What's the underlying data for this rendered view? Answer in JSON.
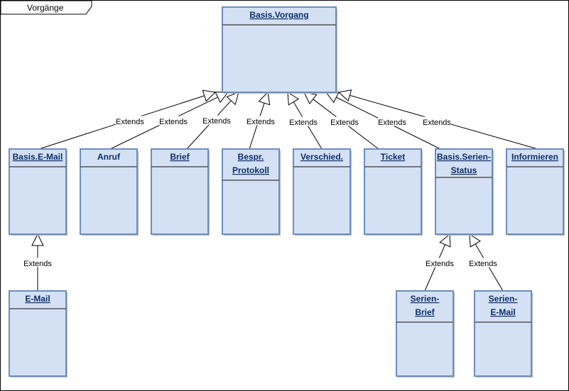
{
  "frame": {
    "title": "Vorgänge"
  },
  "classes": {
    "basis_vorgang": {
      "lines": [
        "Basis.Vorgang"
      ],
      "underline": true
    },
    "basis_email": {
      "lines": [
        "Basis.E-Mail"
      ],
      "underline": true
    },
    "anruf": {
      "lines": [
        "Anruf"
      ],
      "underline": false
    },
    "brief": {
      "lines": [
        "Brief"
      ],
      "underline": true
    },
    "bespr_protokoll": {
      "lines": [
        "Bespr.",
        "Protokoll"
      ],
      "underline": true
    },
    "verschied": {
      "lines": [
        "Verschied."
      ],
      "underline": true
    },
    "ticket": {
      "lines": [
        "Ticket"
      ],
      "underline": true
    },
    "basis_serien_status": {
      "lines": [
        "Basis.Serien-",
        "Status"
      ],
      "underline": true
    },
    "informieren": {
      "lines": [
        "Informieren"
      ],
      "underline": true
    },
    "email": {
      "lines": [
        "E-Mail"
      ],
      "underline": true
    },
    "serien_brief": {
      "lines": [
        "Serien-",
        "Brief"
      ],
      "underline": true
    },
    "serien_email": {
      "lines": [
        "Serien-",
        "E-Mail"
      ],
      "underline": true
    }
  },
  "relations": [
    {
      "from": "basis_email",
      "to": "basis_vorgang",
      "label": "Extends"
    },
    {
      "from": "anruf",
      "to": "basis_vorgang",
      "label": "Extends"
    },
    {
      "from": "brief",
      "to": "basis_vorgang",
      "label": "Extends"
    },
    {
      "from": "bespr_protokoll",
      "to": "basis_vorgang",
      "label": "Extends"
    },
    {
      "from": "verschied",
      "to": "basis_vorgang",
      "label": "Extends"
    },
    {
      "from": "ticket",
      "to": "basis_vorgang",
      "label": "Extends"
    },
    {
      "from": "basis_serien_status",
      "to": "basis_vorgang",
      "label": "Extends"
    },
    {
      "from": "informieren",
      "to": "basis_vorgang",
      "label": "Extends"
    },
    {
      "from": "email",
      "to": "basis_email",
      "label": "Extends"
    },
    {
      "from": "serien_brief",
      "to": "basis_serien_status",
      "label": "Extends"
    },
    {
      "from": "serien_email",
      "to": "basis_serien_status",
      "label": "Extends"
    }
  ],
  "colors": {
    "box_fill": "#d4e1f5",
    "box_stroke": "#6c8ebf",
    "title_text": "#0b2d6b",
    "line": "#000000"
  }
}
